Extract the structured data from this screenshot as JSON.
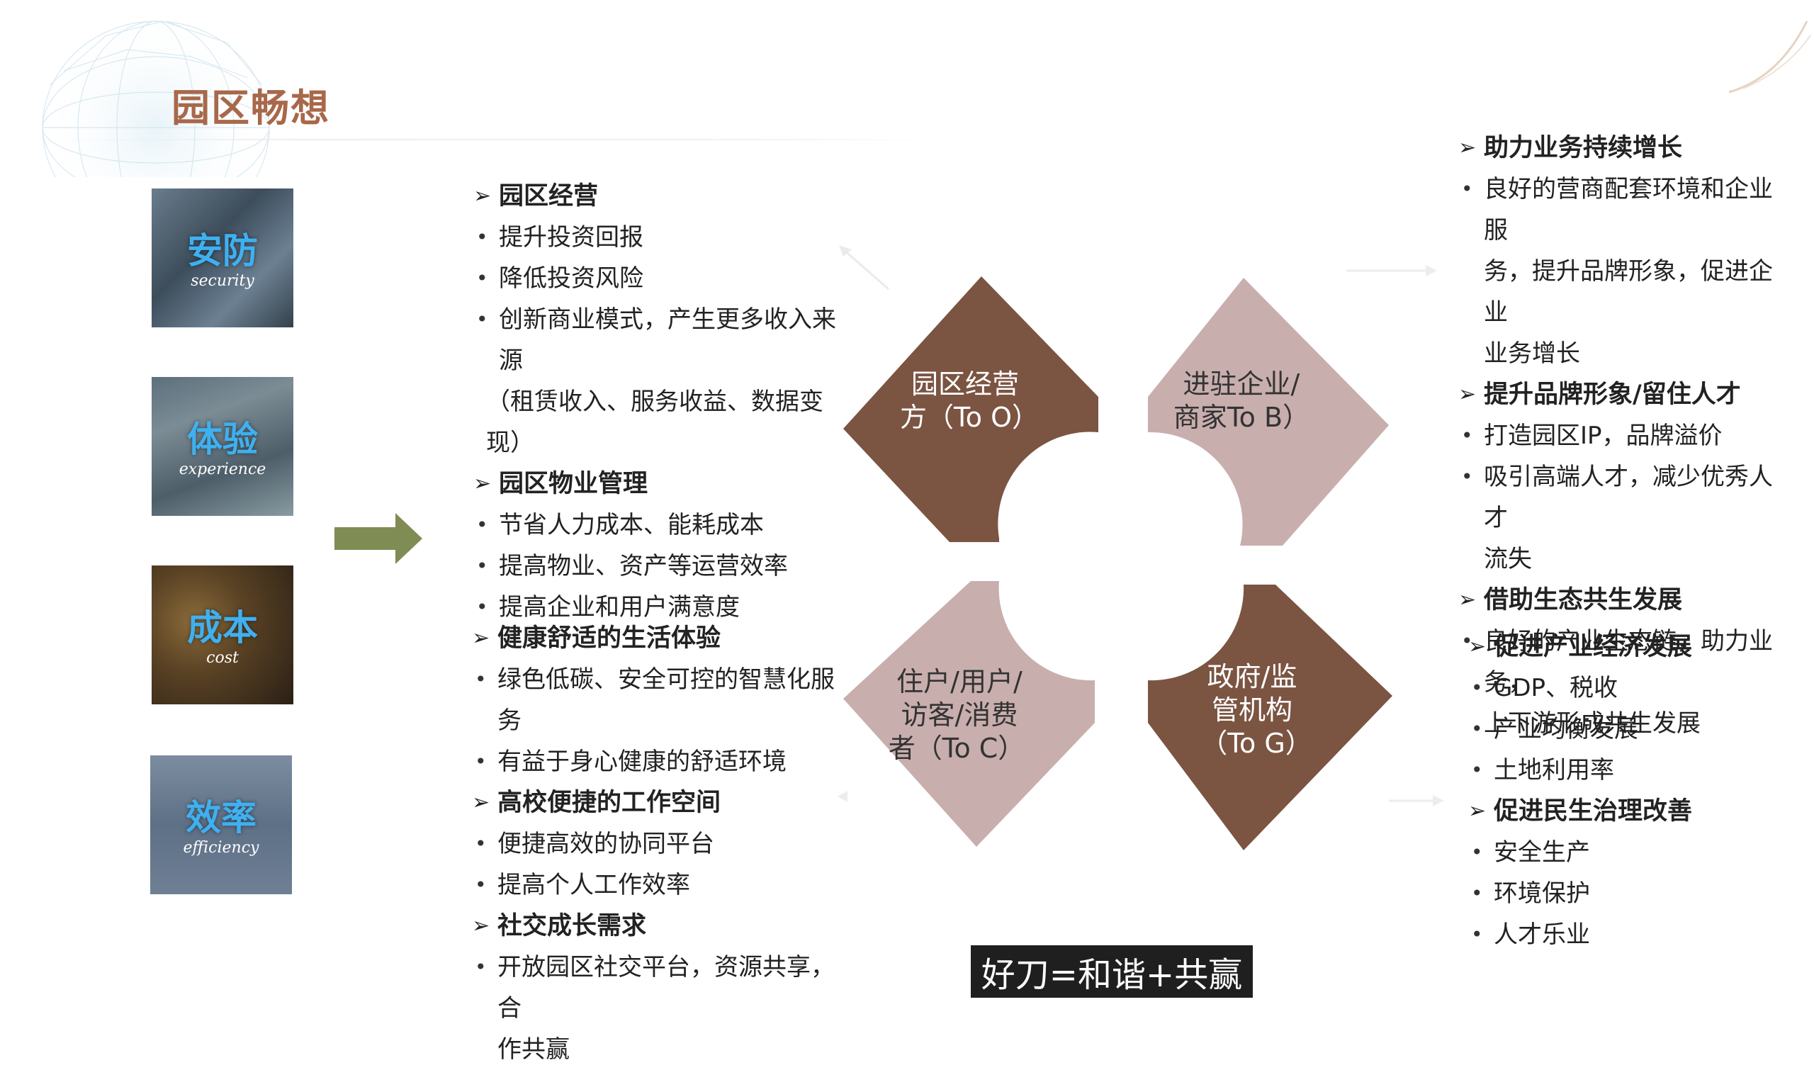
{
  "title": "园区畅想",
  "tiles": [
    {
      "cn": "安防",
      "en": "security"
    },
    {
      "cn": "体验",
      "en": "experience"
    },
    {
      "cn": "成本",
      "en": "cost"
    },
    {
      "cn": "效率",
      "en": "efficiency"
    }
  ],
  "quadrants": {
    "operator": {
      "line1": "园区经营",
      "line2": "方（To  O）"
    },
    "business": {
      "line1": "进驻企业/",
      "line2": "商家To B）"
    },
    "consumer": {
      "line1": "住户/用户/",
      "line2": "访客/消费",
      "line3": "者（To C）"
    },
    "government": {
      "line1": "政府/监",
      "line2": "管机构",
      "line3": "（To G）"
    }
  },
  "top_left": {
    "h1": "园区经营",
    "b1": "提升投资回报",
    "b2": "降低投资风险",
    "b3": "创新商业模式，产生更多收入来源",
    "b3_cont": "（租赁收入、服务收益、数据变现）",
    "h2": "园区物业管理",
    "b4": "节省人力成本、能耗成本",
    "b5": "提高物业、资产等运营效率",
    "b6": "提高企业和用户满意度"
  },
  "bottom_left": {
    "h1": "健康舒适的生活体验",
    "b1": "绿色低碳、安全可控的智慧化服务",
    "b2": "有益于身心健康的舒适环境",
    "h2": "高校便捷的工作空间",
    "b3": "便捷高效的协同平台",
    "b4": "提高个人工作效率",
    "h3": "社交成长需求",
    "b5": "开放园区社交平台，资源共享，合",
    "b5_cont": "作共赢"
  },
  "top_right": {
    "h1": "助力业务持续增长",
    "b1": "良好的营商配套环境和企业服",
    "b1_cont1": "务，提升品牌形象，促进企业",
    "b1_cont2": "业务增长",
    "h2": "提升品牌形象/留住人才",
    "b2": "打造园区IP，品牌溢价",
    "b3": "吸引高端人才，减少优秀人才",
    "b3_cont": "流失",
    "h3": "借助生态共生发展",
    "b4": "良好的产业生态链，助力业务，",
    "b4_cont": "上下游形成共生发展"
  },
  "bottom_right": {
    "h1": "促进产业经济发展",
    "b1": "GDP、税收",
    "b2": "产业均衡发展",
    "b3": "土地利用率",
    "h2": "促进民生治理改善",
    "b4": "安全生产",
    "b5": "环境保护",
    "b6": "人才乐业"
  },
  "slogan": "好刀=和谐+共赢",
  "colors": {
    "brown": "#7b5442",
    "pink": "#c9aeae",
    "title": "#a8684a",
    "arrow": "#7f8c53"
  }
}
